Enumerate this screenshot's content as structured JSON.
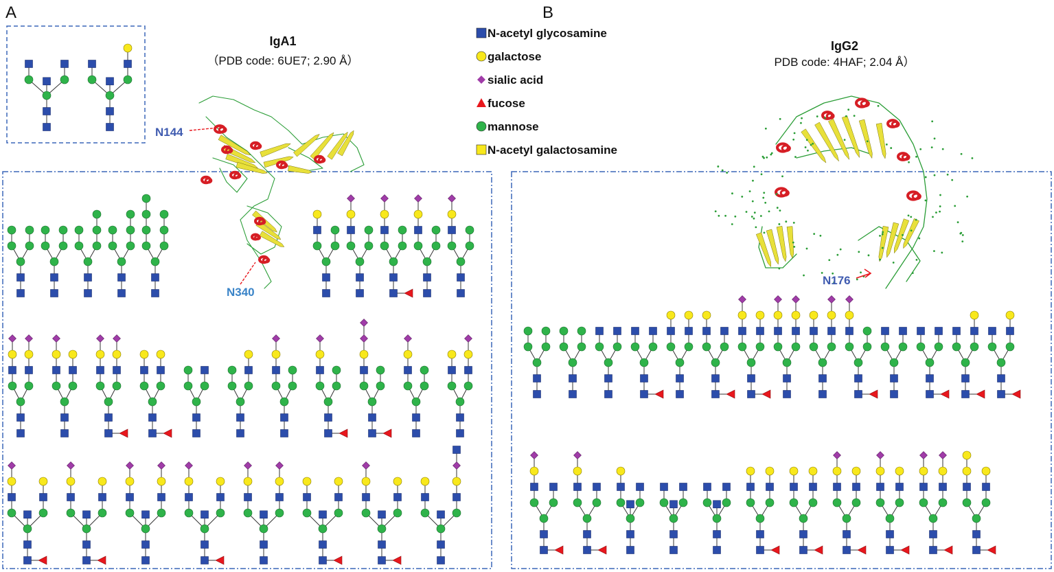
{
  "colors": {
    "glcnac": "#2c4dab",
    "galactose": "#f8e81c",
    "sialic": "#a03ca8",
    "fucose": "#e8171d",
    "mannose": "#2fb34a",
    "galnac": "#f8e81c",
    "frame": "#3a66b8",
    "site_label": "#3f5bb0",
    "helix": "#d61e25",
    "sheet": "#e8e03a",
    "coil": "#2a9d36"
  },
  "panel_a": {
    "letter": "A",
    "title": "IgA1",
    "subtitle": "（PDB code: 6UE7; 2.90 Å）",
    "site_1": "N144",
    "site_2": "N340"
  },
  "panel_b": {
    "letter": "B",
    "title": "IgG2",
    "subtitle": "PDB code: 4HAF; 2.04 Å）",
    "site_1": "N176"
  },
  "legend": [
    {
      "symbol": "square",
      "color": "glcnac",
      "label": "N-acetyl glycosamine"
    },
    {
      "symbol": "circle",
      "color": "galactose",
      "label": "galactose"
    },
    {
      "symbol": "diamond",
      "color": "sialic",
      "label": "sialic acid"
    },
    {
      "symbol": "triangle",
      "color": "fucose",
      "label": "fucose"
    },
    {
      "symbol": "circle",
      "color": "mannose",
      "label": "mannose"
    },
    {
      "symbol": "square",
      "color": "galnac",
      "label": "N-acetyl galactosamine"
    }
  ],
  "glycans": {
    "inset": [
      {
        "b1": [
          "m",
          "s"
        ],
        "b2": [
          "m",
          "s"
        ],
        "mid": 1,
        "fuc": 0
      },
      {
        "b1": [
          "m",
          "s"
        ],
        "b2": [
          "m",
          "s",
          "g"
        ],
        "mid": 1,
        "fuc": 0
      }
    ],
    "a_row1": [
      {
        "b1": [
          "m",
          "m"
        ],
        "b2": [
          "m",
          "m"
        ],
        "mid": 0,
        "fuc": 0
      },
      {
        "b1": [
          "m",
          "m"
        ],
        "b2": [
          "m",
          "m"
        ],
        "mid": 0,
        "fuc": 0
      },
      {
        "b1": [
          "m",
          "m"
        ],
        "b2": [
          "m",
          "m",
          "m"
        ],
        "mid": 0,
        "fuc": 0
      },
      {
        "b1": [
          "m",
          "m"
        ],
        "b2": [
          "m",
          "m",
          "m"
        ],
        "mid": 0,
        "fuc": 0
      },
      {
        "b1": [
          "m",
          "m",
          "m",
          "m"
        ],
        "b2": [
          "m",
          "m",
          "m"
        ],
        "mid": 0,
        "fuc": 0
      },
      {
        "b1": [
          "m",
          "s",
          "g"
        ],
        "b2": [
          "m",
          "m"
        ],
        "mid": 0,
        "fuc": 0
      },
      {
        "b1": [
          "m",
          "s",
          "g",
          "a"
        ],
        "b2": [
          "m",
          "m"
        ],
        "mid": 0,
        "fuc": 0
      },
      {
        "b1": [
          "m",
          "s",
          "g",
          "a"
        ],
        "b2": [
          "m",
          "m"
        ],
        "mid": 0,
        "fuc": 1
      },
      {
        "b1": [
          "m",
          "s",
          "g",
          "a"
        ],
        "b2": [
          "m",
          "m"
        ],
        "mid": 0,
        "fuc": 0
      },
      {
        "b1": [
          "m",
          "s",
          "g",
          "a"
        ],
        "b2": [
          "m",
          "m"
        ],
        "mid": 0,
        "fuc": 0
      }
    ],
    "a_row2": [
      {
        "b1": [
          "m",
          "s",
          "g",
          "a"
        ],
        "b2": [
          "m",
          "s",
          "g",
          "a"
        ],
        "mid": 0,
        "fuc": 0
      },
      {
        "b1": [
          "m",
          "s",
          "g",
          "a"
        ],
        "b2": [
          "m",
          "s",
          "g"
        ],
        "mid": 0,
        "fuc": 0
      },
      {
        "b1": [
          "m",
          "s",
          "g",
          "a"
        ],
        "b2": [
          "m",
          "s",
          "g",
          "a"
        ],
        "mid": 0,
        "fuc": 1
      },
      {
        "b1": [
          "m",
          "s",
          "g"
        ],
        "b2": [
          "m",
          "s",
          "g"
        ],
        "mid": 0,
        "fuc": 1
      },
      {
        "b1": [
          "m",
          "m"
        ],
        "b2": [
          "m",
          "s"
        ],
        "mid": 0,
        "fuc": 0
      },
      {
        "b1": [
          "m",
          "m"
        ],
        "b2": [
          "m",
          "s",
          "g"
        ],
        "mid": 0,
        "fuc": 0
      },
      {
        "b1": [
          "m",
          "s",
          "g",
          "a"
        ],
        "b2": [
          "m",
          "m"
        ],
        "mid": 0,
        "fuc": 0
      },
      {
        "b1": [
          "m",
          "s",
          "g",
          "a"
        ],
        "b2": [
          "m",
          "m"
        ],
        "mid": 0,
        "fuc": 1
      },
      {
        "b1": [
          "m",
          "s",
          "g",
          "a",
          "a"
        ],
        "b2": [
          "m",
          "m"
        ],
        "mid": 0,
        "fuc": 1
      },
      {
        "b1": [
          "m",
          "s",
          "g",
          "a"
        ],
        "b2": [
          "m",
          "m"
        ],
        "mid": 0,
        "fuc": 0
      },
      {
        "b1": [
          "m",
          "s",
          "g"
        ],
        "b2": [
          "m",
          "s",
          "g",
          "a"
        ],
        "mid": 0,
        "fuc": 0
      }
    ],
    "a_row3": [
      {
        "b1": [
          "m",
          "s",
          "g",
          "a"
        ],
        "b2": [
          "m",
          "s",
          "g"
        ],
        "mid": 1,
        "fuc": 1
      },
      {
        "b1": [
          "m",
          "s",
          "g",
          "a"
        ],
        "b2": [
          "m",
          "s",
          "g"
        ],
        "mid": 1,
        "fuc": 1
      },
      {
        "b1": [
          "m",
          "s",
          "g",
          "a"
        ],
        "b2": [
          "m",
          "s",
          "g",
          "a"
        ],
        "mid": 1,
        "fuc": 0
      },
      {
        "b1": [
          "m",
          "s",
          "g",
          "a"
        ],
        "b2": [
          "m",
          "s",
          "g"
        ],
        "mid": 1,
        "fuc": 1
      },
      {
        "b1": [
          "m",
          "s",
          "g",
          "a"
        ],
        "b2": [
          "m",
          "s",
          "g",
          "a"
        ],
        "mid": 1,
        "fuc": 0
      },
      {
        "b1": [
          "m",
          "s",
          "g"
        ],
        "b2": [
          "m",
          "s",
          "g"
        ],
        "mid": 1,
        "fuc": 1
      },
      {
        "b1": [
          "m",
          "s",
          "g",
          "a"
        ],
        "b2": [
          "m",
          "s",
          "g"
        ],
        "mid": 1,
        "fuc": 1
      },
      {
        "b1": [
          "m",
          "s",
          "g"
        ],
        "b2": [
          "m",
          "s",
          "g",
          "a",
          "s"
        ],
        "mid": 1,
        "fuc": 0
      }
    ],
    "b_row1": [
      {
        "b1": [
          "m",
          "m"
        ],
        "b2": [
          "m",
          "m"
        ],
        "mid": 0,
        "fuc": 0
      },
      {
        "b1": [
          "m",
          "m"
        ],
        "b2": [
          "m",
          "m"
        ],
        "mid": 0,
        "fuc": 0
      },
      {
        "b1": [
          "m",
          "s"
        ],
        "b2": [
          "m",
          "s"
        ],
        "mid": 0,
        "fuc": 0
      },
      {
        "b1": [
          "m",
          "s"
        ],
        "b2": [
          "m",
          "s"
        ],
        "mid": 0,
        "fuc": 1
      },
      {
        "b1": [
          "m",
          "s",
          "g"
        ],
        "b2": [
          "m",
          "s",
          "g"
        ],
        "mid": 0,
        "fuc": 0
      },
      {
        "b1": [
          "m",
          "s",
          "g"
        ],
        "b2": [
          "m",
          "s"
        ],
        "mid": 0,
        "fuc": 1
      },
      {
        "b1": [
          "m",
          "s",
          "g",
          "a"
        ],
        "b2": [
          "m",
          "s",
          "g"
        ],
        "mid": 0,
        "fuc": 1
      },
      {
        "b1": [
          "m",
          "s",
          "g",
          "a"
        ],
        "b2": [
          "m",
          "s",
          "g",
          "a"
        ],
        "mid": 0,
        "fuc": 0
      },
      {
        "b1": [
          "m",
          "s",
          "g"
        ],
        "b2": [
          "m",
          "s",
          "g",
          "a"
        ],
        "mid": 0,
        "fuc": 0
      },
      {
        "b1": [
          "m",
          "s",
          "g",
          "a"
        ],
        "b2": [
          "m",
          "m"
        ],
        "mid": 0,
        "fuc": 1
      },
      {
        "b1": [
          "m",
          "s"
        ],
        "b2": [
          "m",
          "s"
        ],
        "mid": 0,
        "fuc": 0
      },
      {
        "b1": [
          "m",
          "s"
        ],
        "b2": [
          "m",
          "s"
        ],
        "mid": 0,
        "fuc": 1
      },
      {
        "b1": [
          "m",
          "s"
        ],
        "b2": [
          "m",
          "s",
          "g"
        ],
        "mid": 0,
        "fuc": 1
      },
      {
        "b1": [
          "m",
          "s"
        ],
        "b2": [
          "m",
          "s",
          "g"
        ],
        "mid": 0,
        "fuc": 1
      }
    ],
    "b_row2": [
      {
        "b1": [
          "m",
          "s",
          "g",
          "a"
        ],
        "b2": [
          "m",
          "s"
        ],
        "mid": 0,
        "fuc": 1
      },
      {
        "b1": [
          "m",
          "s",
          "g",
          "a"
        ],
        "b2": [
          "m",
          "s"
        ],
        "mid": 0,
        "fuc": 1
      },
      {
        "b1": [
          "m",
          "s",
          "g"
        ],
        "b2": [
          "m",
          "s"
        ],
        "mid": 1,
        "fuc": 0
      },
      {
        "b1": [
          "m",
          "s"
        ],
        "b2": [
          "m",
          "s"
        ],
        "mid": 1,
        "fuc": 0
      },
      {
        "b1": [
          "m",
          "s"
        ],
        "b2": [
          "m",
          "s"
        ],
        "mid": 1,
        "fuc": 0
      },
      {
        "b1": [
          "m",
          "s",
          "g"
        ],
        "b2": [
          "m",
          "s",
          "g"
        ],
        "mid": 0,
        "fuc": 1
      },
      {
        "b1": [
          "m",
          "s",
          "g"
        ],
        "b2": [
          "m",
          "s",
          "g"
        ],
        "mid": 0,
        "fuc": 1
      },
      {
        "b1": [
          "m",
          "s",
          "g",
          "a"
        ],
        "b2": [
          "m",
          "s",
          "g"
        ],
        "mid": 0,
        "fuc": 1
      },
      {
        "b1": [
          "m",
          "s",
          "g",
          "a"
        ],
        "b2": [
          "m",
          "s",
          "g"
        ],
        "mid": 0,
        "fuc": 1
      },
      {
        "b1": [
          "m",
          "s",
          "g",
          "a"
        ],
        "b2": [
          "m",
          "s",
          "g",
          "a"
        ],
        "mid": 0,
        "fuc": 1
      },
      {
        "b1": [
          "m",
          "s",
          "g",
          "g"
        ],
        "b2": [
          "m",
          "s",
          "g"
        ],
        "mid": 0,
        "fuc": 1
      }
    ]
  }
}
